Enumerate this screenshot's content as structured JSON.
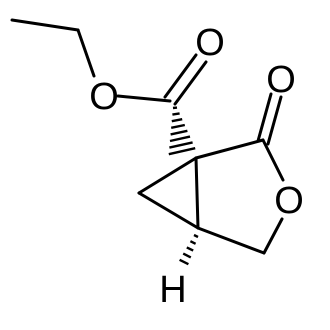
{
  "molecule": {
    "atoms": {
      "ester_carbonyl_oxygen": "O",
      "ester_alkoxy_oxygen": "O",
      "lactone_carbonyl_oxygen": "O",
      "ring_oxygen": "O",
      "stereo_hydrogen": "H"
    }
  }
}
